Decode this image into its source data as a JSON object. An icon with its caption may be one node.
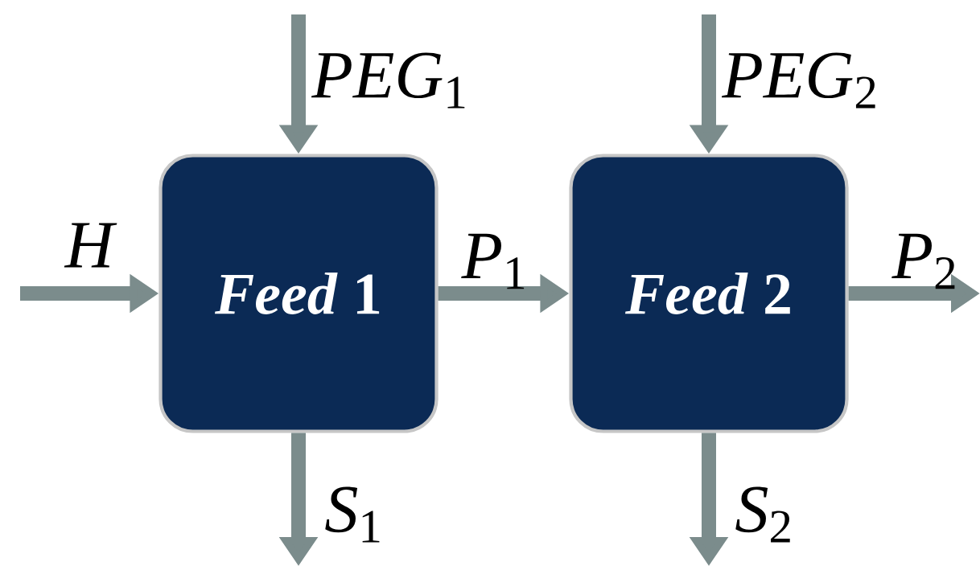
{
  "diagram": {
    "nodes": [
      {
        "text": [
          "*Feed* 1"
        ]
      },
      {
        "text": [
          "*Feed* 2"
        ]
      }
    ],
    "edges": [
      {
        "from": null,
        "to": 0,
        "arrow": "to",
        "label": "*H*"
      },
      {
        "from": null,
        "to": 0,
        "arrow": "to",
        "label": "*PEG*$_{1}$"
      },
      {
        "from": 0,
        "to": 1,
        "arrow": "to",
        "label": "*P*$_{1}$"
      },
      {
        "from": 0,
        "to": null,
        "arrow": "to",
        "label": "*S*$_{1}$"
      },
      {
        "from": null,
        "to": 1,
        "arrow": "to",
        "label": "*PEG*$_{2}$"
      },
      {
        "from": 1,
        "to": null,
        "arrow": "to",
        "label": "*P*$_{2}$"
      },
      {
        "from": 1,
        "to": null,
        "arrow": "to",
        "label": "*S*$_{2}$"
      }
    ]
  }
}
